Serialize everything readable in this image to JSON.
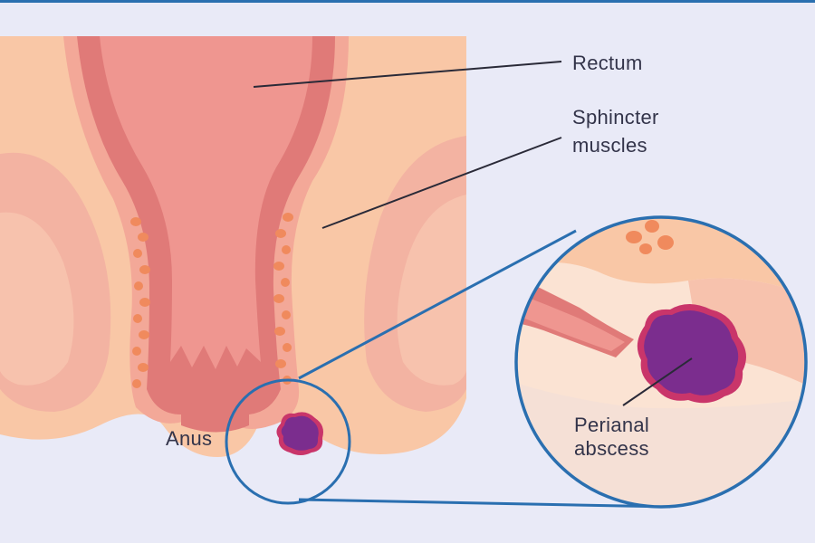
{
  "diagram": {
    "labels": {
      "rectum": "Rectum",
      "sphincter_line1": "Sphincter",
      "sphincter_line2": "muscles",
      "anus": "Anus",
      "abscess_line1": "Perianal",
      "abscess_line2": "abscess"
    },
    "colors": {
      "background": "#e9eaf7",
      "outer_tissue": "#f9c7a6",
      "muscle_layer": "#f3a898",
      "rectum_wall": "#e07a78",
      "rectum_lumen": "#ef9690",
      "fat_glands": "#f08a5d",
      "abscess": "#7b2d8e",
      "abscess_rim": "#c9356a",
      "callout_ring": "#2a6fb0",
      "leader_line": "#2a2a38"
    }
  }
}
